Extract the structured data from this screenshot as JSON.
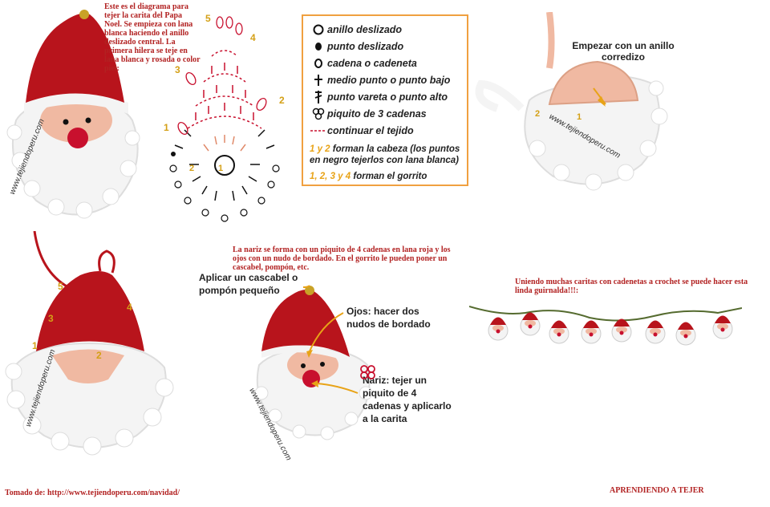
{
  "intro_text": "Este es el diagrama para tejer la carita del Papa Noel.  Se empieza con lana blanca haciendo el anillo deslizado central. La primera hilera se teje en lana blanca y rosada o color piel:",
  "legend": {
    "items": [
      {
        "icon": "ring-icon",
        "label": "anillo deslizado"
      },
      {
        "icon": "filled-dot-icon",
        "label": "punto deslizado"
      },
      {
        "icon": "oval-icon",
        "label": "cadena o cadeneta"
      },
      {
        "icon": "cross-icon",
        "label": "medio punto o punto bajo"
      },
      {
        "icon": "double-cross-icon",
        "label": "punto vareta o punto alto"
      },
      {
        "icon": "picot-icon",
        "label": "piquito de 3 cadenas"
      },
      {
        "icon": "dashed-line-icon",
        "label": "continuar el tejido"
      }
    ],
    "note1_num": "1 y 2",
    "note1_text": "forman la cabeza (los puntos en negro tejerlos con lana blanca)",
    "note2_num": "1, 2, 3 y 4",
    "note2_text": "forman el gorrito"
  },
  "diagram_numbers": [
    "5",
    "4",
    "3",
    "2",
    "1",
    "1",
    "2"
  ],
  "photo_tr": {
    "caption": "Empezar con un anillo corredizo",
    "num_1": "1",
    "num_2": "2",
    "watermark": "www.tejiendoperu.com"
  },
  "photo_bl": {
    "nums": [
      "5",
      "3",
      "4",
      "1",
      "2"
    ],
    "watermark": "www.tejiendoperu.com"
  },
  "nose_text": "La nariz se forma con un piquito de 4 cadenas en lana roja y los ojos con un nudo de bordado.  En el gorrito le pueden poner un  cascabel, pompón, etc.",
  "bell_label": "Aplicar un cascabel o pompón pequeño",
  "eyes_label": "Ojos: hacer dos nudos de bordado",
  "nose_label": "Nariz: tejer un piquito de 4 cadenas y aplicarlo a la carita",
  "photo_bm_watermark": "www.tejiendoperu.com",
  "photo_tl_watermark": "www.tejiendoperu.com",
  "garland_text": "Uniendo muchas caritas con cadenetas a crochet se puede hacer esta linda guirnalda!!!:",
  "footer_source": "Tomado de:  http://www.tejiendoperu.com/navidad/",
  "footer_brand": "APRENDIENDO A TEJER",
  "colors": {
    "red": "#b8141c",
    "white": "#f4f4f4",
    "skin": "#f0b9a2",
    "accent": "#e8a317",
    "text_red": "#b22222"
  }
}
